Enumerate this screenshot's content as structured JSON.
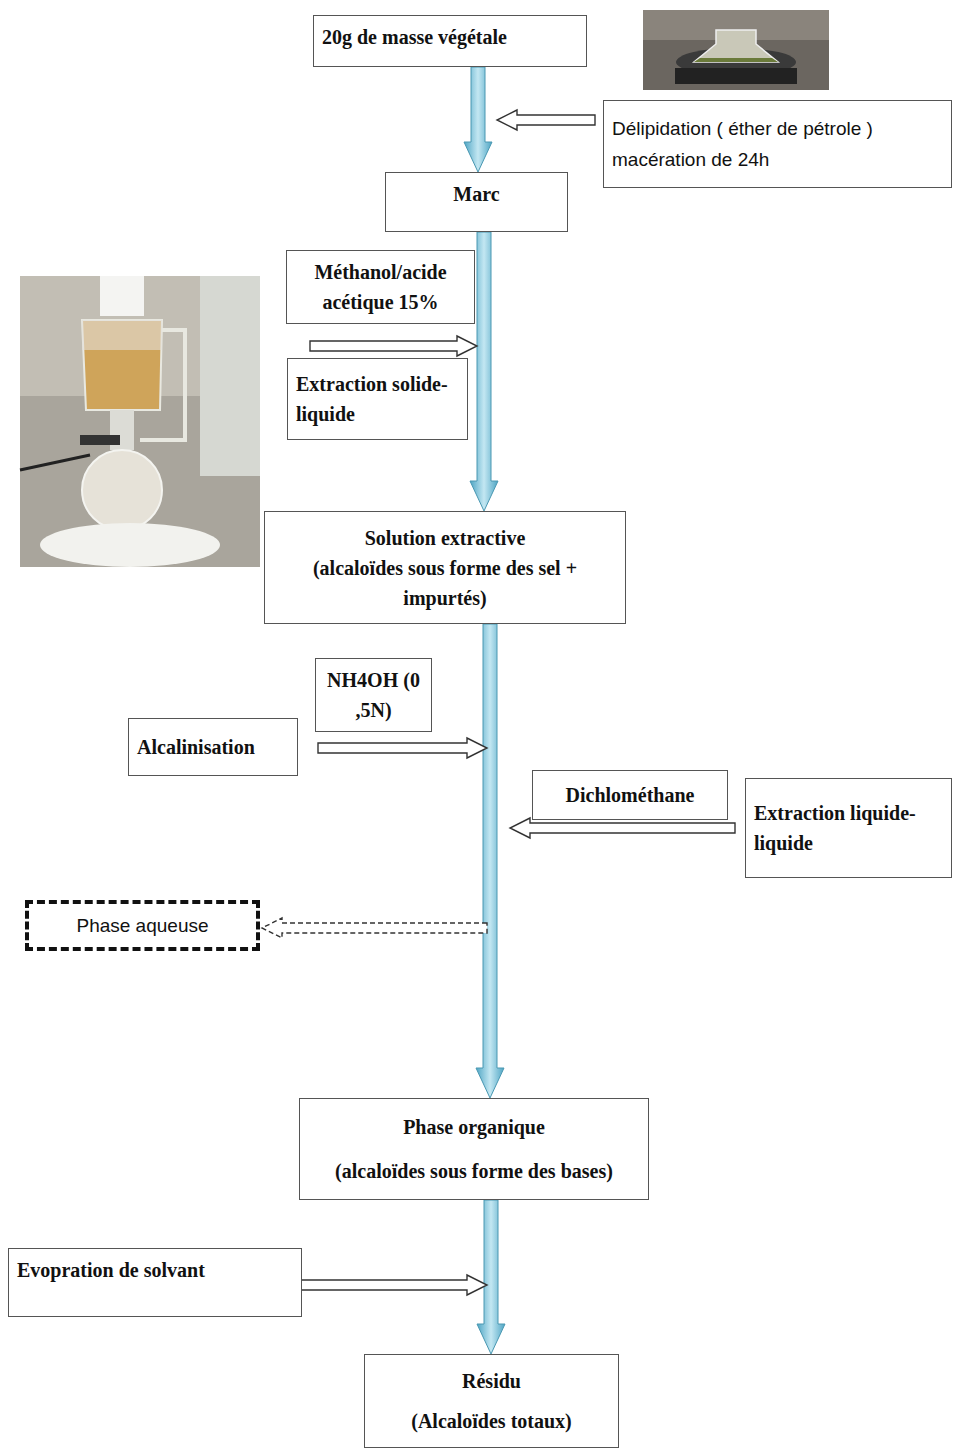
{
  "diagram": {
    "nodes": [
      {
        "text": [
          "20g de masse végétale"
        ]
      },
      {
        "text": [
          "Délipidation ( éther de pétrole ) macération de 24h"
        ]
      },
      {
        "text": [
          "Marc"
        ]
      },
      {
        "text": [
          "Méthanol/acide acétique 15%"
        ]
      },
      {
        "text": [
          "Extraction solide-liquide"
        ]
      },
      {
        "text": [
          "Solution extractive",
          "(alcaloïdes sous forme des sel + impurtés)"
        ]
      },
      {
        "text": [
          "NH4OH (0 ,5N)"
        ]
      },
      {
        "text": [
          "Alcalinisation"
        ]
      },
      {
        "text": [
          "Dichlométhane"
        ]
      },
      {
        "text": [
          "Extraction liquide-liquide"
        ]
      },
      {
        "text": [
          "Phase aqueuse"
        ]
      },
      {
        "text": [
          "Phase organique",
          "(alcaloïdes sous forme des bases)"
        ]
      },
      {
        "text": [
          "Evopration de solvant"
        ]
      },
      {
        "text": [
          "Résidu",
          "(Alcaloïdes totaux)"
        ]
      }
    ],
    "edges": [
      {
        "from": 0,
        "to": 2,
        "arrow": "to"
      },
      {
        "from": 2,
        "to": 5,
        "arrow": "to"
      },
      {
        "from": 5,
        "to": 11,
        "arrow": "to"
      },
      {
        "from": 11,
        "to": 13,
        "arrow": "to"
      }
    ]
  }
}
